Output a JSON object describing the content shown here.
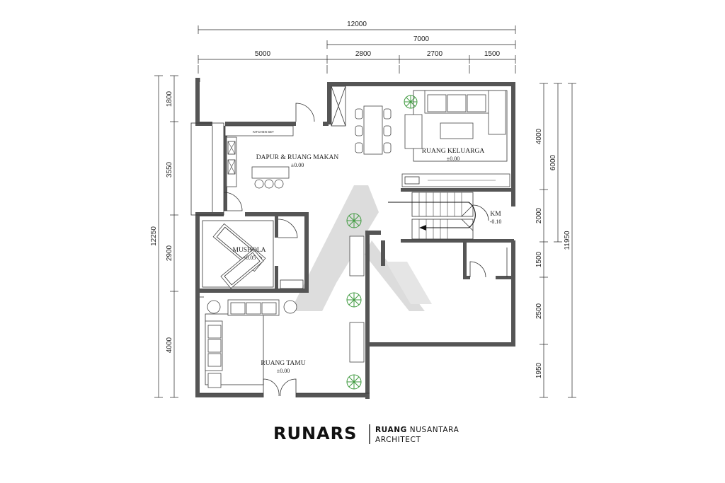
{
  "dimensions": {
    "top_total": "12000",
    "top_right": "7000",
    "top_segments": [
      "5000",
      "2800",
      "2700",
      "1500"
    ],
    "left_total": "12250",
    "left_segments": [
      "1800",
      "3550",
      "2900",
      "4000"
    ],
    "right_outer": "11950",
    "right_middle": "6000",
    "right_segments": [
      "4000",
      "2000",
      "1500",
      "2500",
      "1950"
    ]
  },
  "rooms": {
    "kitchen_set": "KITCHEN SET",
    "dapur": {
      "name": "DAPUR & RUANG MAKAN",
      "elevation": "±0.00"
    },
    "keluarga": {
      "name": "RUANG KELUARGA",
      "elevation": "±0.00"
    },
    "km": {
      "name": "KM",
      "elevation": "-0.10"
    },
    "mushola": {
      "name": "MUSHOLA",
      "elevation": "+0.05"
    },
    "tamu": {
      "name": "RUANG TAMU",
      "elevation": "±0.00"
    }
  },
  "brand": {
    "logo": "RUNARS",
    "line1_bold": "RUANG",
    "line1_rest": " NUSANTARA",
    "line2": "ARCHITECT"
  },
  "colors": {
    "wall": "#222222",
    "watermark": "#d9d9d9",
    "plant": "#3f9a3f"
  }
}
